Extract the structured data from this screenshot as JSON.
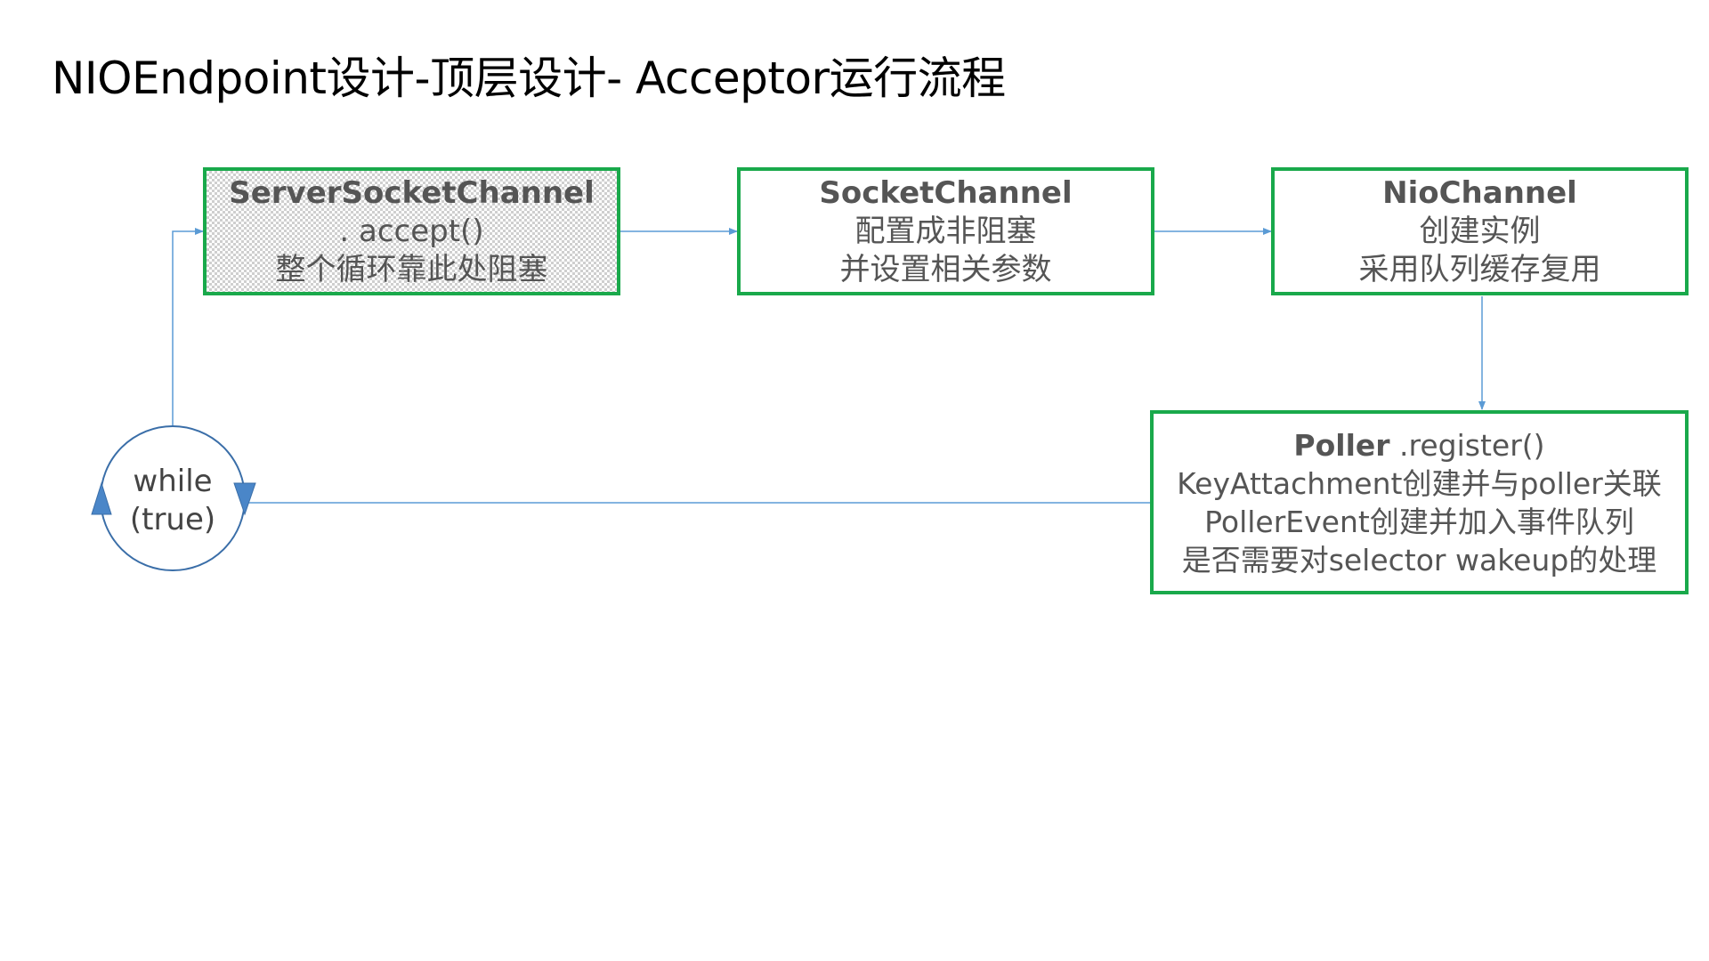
{
  "title": "NIOEndpoint设计-顶层设计- Acceptor运行流程",
  "colors": {
    "box_border": "#19a94b",
    "arrow": "#5b9bd5",
    "loop_circle": "#3a6ea8",
    "loop_arrowhead": "#4a86c8"
  },
  "nodes": {
    "server_socket_channel": {
      "head": "ServerSocketChannel",
      "lines": [
        ". accept()",
        "整个循环靠此处阻塞"
      ]
    },
    "socket_channel": {
      "head": "SocketChannel",
      "lines": [
        "配置成非阻塞",
        "并设置相关参数"
      ]
    },
    "nio_channel": {
      "head": "NioChannel",
      "lines": [
        "创建实例",
        "采用队列缓存复用"
      ]
    },
    "poller": {
      "head": "Poller",
      "head_suffix": " .register()",
      "lines": [
        "KeyAttachment创建并与poller关联",
        "PollerEvent创建并加入事件队列",
        "是否需要对selector wakeup的处理"
      ]
    },
    "loop": {
      "lines": [
        "while",
        "(true)"
      ]
    }
  }
}
